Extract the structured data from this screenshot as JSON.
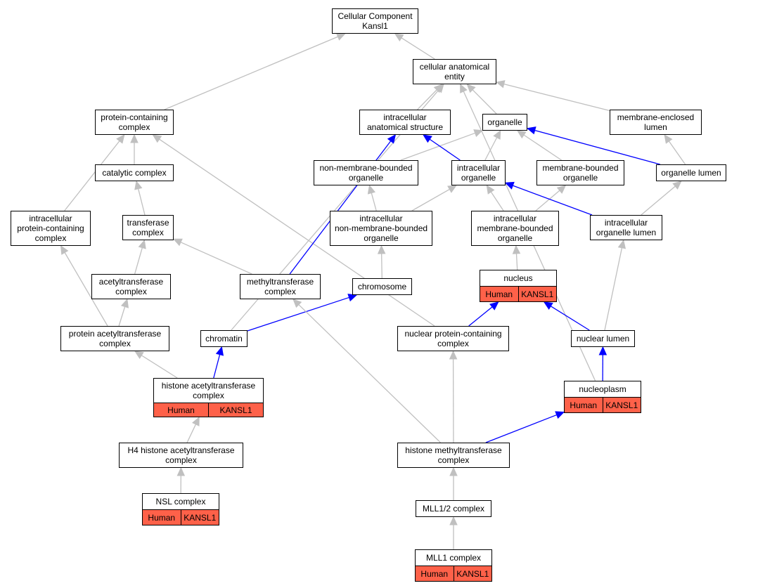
{
  "colors": {
    "annotation_fill": "#fe6149",
    "gray_edge": "#c0c0c0",
    "blue_edge": "#0000ff",
    "node_border": "#000000"
  },
  "nodes": {
    "cc": {
      "lines": [
        "Cellular Component",
        "Kansl1"
      ]
    },
    "cae": {
      "lines": [
        "cellular anatomical",
        "entity"
      ]
    },
    "pcc": {
      "lines": [
        "protein-containing",
        "complex"
      ]
    },
    "ias": {
      "lines": [
        "intracellular",
        "anatomical structure"
      ]
    },
    "org": {
      "lines": [
        "organelle"
      ]
    },
    "mel": {
      "lines": [
        "membrane-enclosed",
        "lumen"
      ]
    },
    "catc": {
      "lines": [
        "catalytic complex"
      ]
    },
    "nmbo": {
      "lines": [
        "non-membrane-bounded",
        "organelle"
      ]
    },
    "io": {
      "lines": [
        "intracellular",
        "organelle"
      ]
    },
    "mbo": {
      "lines": [
        "membrane-bounded",
        "organelle"
      ]
    },
    "ol": {
      "lines": [
        "organelle lumen"
      ]
    },
    "ipcc": {
      "lines": [
        "intracellular",
        "protein-containing",
        "complex"
      ]
    },
    "tc": {
      "lines": [
        "transferase",
        "complex"
      ]
    },
    "inmbo": {
      "lines": [
        "intracellular",
        "non-membrane-bounded",
        "organelle"
      ]
    },
    "imbo": {
      "lines": [
        "intracellular",
        "membrane-bounded",
        "organelle"
      ]
    },
    "iol": {
      "lines": [
        "intracellular",
        "organelle lumen"
      ]
    },
    "atc": {
      "lines": [
        "acetyltransferase",
        "complex"
      ]
    },
    "mtc": {
      "lines": [
        "methyltransferase",
        "complex"
      ]
    },
    "chrs": {
      "lines": [
        "chromosome"
      ]
    },
    "nuc": {
      "lines": [
        "nucleus"
      ],
      "cells": [
        "Human",
        "KANSL1"
      ]
    },
    "patc": {
      "lines": [
        "protein acetyltransferase",
        "complex"
      ]
    },
    "chrt": {
      "lines": [
        "chromatin"
      ]
    },
    "npcc": {
      "lines": [
        "nuclear protein-containing",
        "complex"
      ]
    },
    "nl": {
      "lines": [
        "nuclear lumen"
      ]
    },
    "hatc": {
      "lines": [
        "histone acetyltransferase",
        "complex"
      ],
      "cells": [
        "Human",
        "KANSL1"
      ]
    },
    "np": {
      "lines": [
        "nucleoplasm"
      ],
      "cells": [
        "Human",
        "KANSL1"
      ]
    },
    "h4": {
      "lines": [
        "H4 histone acetyltransferase",
        "complex"
      ]
    },
    "hmtc": {
      "lines": [
        "histone methyltransferase",
        "complex"
      ]
    },
    "nsl": {
      "lines": [
        "NSL complex"
      ],
      "cells": [
        "Human",
        "KANSL1"
      ]
    },
    "mll12": {
      "lines": [
        "MLL1/2 complex"
      ]
    },
    "mll1": {
      "lines": [
        "MLL1 complex"
      ],
      "cells": [
        "Human",
        "KANSL1"
      ]
    }
  },
  "edges": [
    {
      "from": "cae",
      "to": "cc",
      "color": "gray"
    },
    {
      "from": "pcc",
      "to": "cc",
      "color": "gray"
    },
    {
      "from": "ias",
      "to": "cae",
      "color": "gray"
    },
    {
      "from": "org",
      "to": "cae",
      "color": "gray"
    },
    {
      "from": "mel",
      "to": "cae",
      "color": "gray"
    },
    {
      "from": "chrt",
      "to": "cae",
      "color": "gray"
    },
    {
      "from": "np",
      "to": "cae",
      "color": "gray"
    },
    {
      "from": "catc",
      "to": "pcc",
      "color": "gray"
    },
    {
      "from": "ipcc",
      "to": "pcc",
      "color": "gray"
    },
    {
      "from": "npcc",
      "to": "pcc",
      "color": "gray"
    },
    {
      "from": "nmbo",
      "to": "org",
      "color": "gray"
    },
    {
      "from": "io",
      "to": "org",
      "color": "gray"
    },
    {
      "from": "mbo",
      "to": "org",
      "color": "gray"
    },
    {
      "from": "io",
      "to": "ias",
      "color": "blue"
    },
    {
      "from": "ol",
      "to": "org",
      "color": "blue"
    },
    {
      "from": "ol",
      "to": "mel",
      "color": "gray"
    },
    {
      "from": "tc",
      "to": "catc",
      "color": "gray"
    },
    {
      "from": "inmbo",
      "to": "nmbo",
      "color": "gray"
    },
    {
      "from": "inmbo",
      "to": "io",
      "color": "gray"
    },
    {
      "from": "imbo",
      "to": "io",
      "color": "gray"
    },
    {
      "from": "imbo",
      "to": "mbo",
      "color": "gray"
    },
    {
      "from": "iol",
      "to": "io",
      "color": "blue"
    },
    {
      "from": "iol",
      "to": "ol",
      "color": "gray"
    },
    {
      "from": "atc",
      "to": "tc",
      "color": "gray"
    },
    {
      "from": "mtc",
      "to": "tc",
      "color": "gray"
    },
    {
      "from": "mtc",
      "to": "ias",
      "color": "blue"
    },
    {
      "from": "chrs",
      "to": "inmbo",
      "color": "gray"
    },
    {
      "from": "nuc",
      "to": "imbo",
      "color": "gray"
    },
    {
      "from": "patc",
      "to": "atc",
      "color": "gray"
    },
    {
      "from": "patc",
      "to": "ipcc",
      "color": "gray"
    },
    {
      "from": "chrt",
      "to": "chrs",
      "color": "blue"
    },
    {
      "from": "npcc",
      "to": "nuc",
      "color": "blue"
    },
    {
      "from": "nl",
      "to": "nuc",
      "color": "blue"
    },
    {
      "from": "nl",
      "to": "iol",
      "color": "gray"
    },
    {
      "from": "hatc",
      "to": "patc",
      "color": "gray"
    },
    {
      "from": "hatc",
      "to": "chrt",
      "color": "blue"
    },
    {
      "from": "np",
      "to": "nl",
      "color": "blue"
    },
    {
      "from": "h4",
      "to": "hatc",
      "color": "gray"
    },
    {
      "from": "hmtc",
      "to": "mtc",
      "color": "gray"
    },
    {
      "from": "hmtc",
      "to": "npcc",
      "color": "gray"
    },
    {
      "from": "hmtc",
      "to": "np",
      "color": "blue"
    },
    {
      "from": "nsl",
      "to": "h4",
      "color": "gray"
    },
    {
      "from": "mll12",
      "to": "hmtc",
      "color": "gray"
    },
    {
      "from": "mll1",
      "to": "mll12",
      "color": "gray"
    }
  ]
}
